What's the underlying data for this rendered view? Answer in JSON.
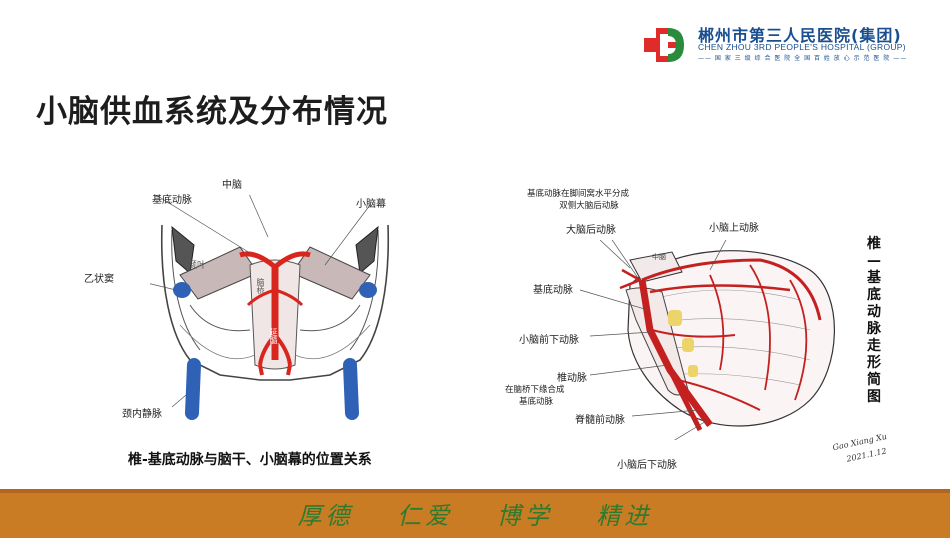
{
  "header": {
    "title": "小脑供血系统及分布情况",
    "hospital_cn": "郴州市第三人民医院(集团)",
    "hospital_en": "CHEN ZHOU 3RD PEOPLE'S HOSPITAL (GROUP)",
    "tagline": "—— 国 家 三 级 综 合 医 院   全 国 百 姓 放 心 示 范 医 院 ——",
    "logo_colors": {
      "red": "#e02b2b",
      "green": "#2a8b3c"
    }
  },
  "figure_left": {
    "labels": {
      "midbrain": "中脑",
      "basilar": "基底动脉",
      "tentorium": "小脑幕",
      "sigmoid_sinus": "乙状窦",
      "jugular_vein": "颈内静脉"
    },
    "inner_labels": {
      "temporal_lobe": "颞叶",
      "pons": "脑桥",
      "medulla": "延髓"
    },
    "caption": "椎-基底动脉与脑干、小脑幕的位置关系"
  },
  "figure_right": {
    "labels": {
      "basilar_split_line1": "基底动脉在脚间窝水平分成",
      "basilar_split_line2": "双侧大脑后动脉",
      "pca": "大脑后动脉",
      "sca": "小脑上动脉",
      "basilar": "基底动脉",
      "aica": "小脑前下动脉",
      "vertebral": "椎动脉",
      "merge_line1": "在脑桥下缘合成",
      "merge_line2": "基底动脉",
      "asa": "脊髓前动脉",
      "pica": "小脑后下动脉"
    },
    "inner_labels": {
      "midbrain": "中脑"
    },
    "vertical_title": "椎—基底动脉走形简图",
    "signature_line1": "Gao Xiang Xu",
    "signature_line2": "2021.1.12"
  },
  "footer": {
    "motto": "厚德 仁爱 博学 精进",
    "color": "#ca7c24"
  }
}
